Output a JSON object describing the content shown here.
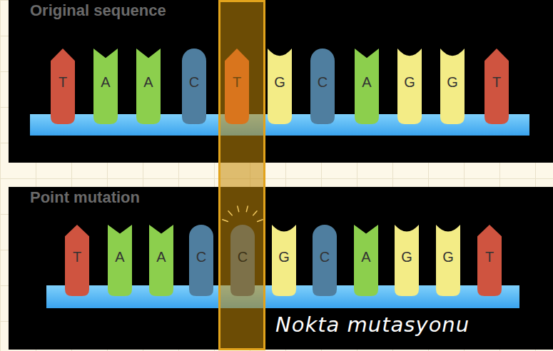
{
  "diagram": {
    "nodes": [
      {
        "text": [
          "Original sequence"
        ]
      },
      {
        "text": [
          "T"
        ],
        "in": 0
      },
      {
        "text": [
          "A"
        ],
        "in": 0
      },
      {
        "text": [
          "A"
        ],
        "in": 0
      },
      {
        "text": [
          "C"
        ],
        "in": 0
      },
      {
        "text": [
          "T"
        ],
        "in": 0
      },
      {
        "text": [
          "G"
        ],
        "in": 0
      },
      {
        "text": [
          "C"
        ],
        "in": 0
      },
      {
        "text": [
          "A"
        ],
        "in": 0
      },
      {
        "text": [
          "G"
        ],
        "in": 0
      },
      {
        "text": [
          "G"
        ],
        "in": 0
      },
      {
        "text": [
          "T"
        ],
        "in": 0
      },
      {
        "text": [
          "Point mutation"
        ]
      },
      {
        "text": [
          "T"
        ],
        "in": 12
      },
      {
        "text": [
          "A"
        ],
        "in": 12
      },
      {
        "text": [
          "A"
        ],
        "in": 12
      },
      {
        "text": [
          "C"
        ],
        "in": 12
      },
      {
        "text": [
          "C"
        ],
        "in": 12
      },
      {
        "text": [
          "G"
        ],
        "in": 12
      },
      {
        "text": [
          "C"
        ],
        "in": 12
      },
      {
        "text": [
          "A"
        ],
        "in": 12
      },
      {
        "text": [
          "G"
        ],
        "in": 12
      },
      {
        "text": [
          "G"
        ],
        "in": 12
      },
      {
        "text": [
          "T"
        ],
        "in": 12
      }
    ],
    "labels": [
      "Nokta mutasyonu"
    ]
  }
}
